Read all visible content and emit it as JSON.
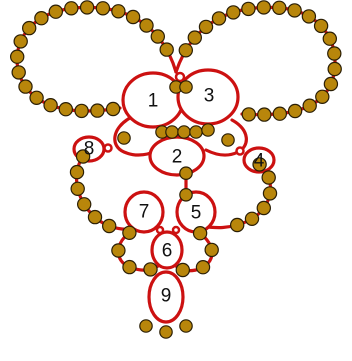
{
  "colors": {
    "ring_stroke": "#cc1111",
    "bead_fill": "#b8860b",
    "bead_stroke": "#2a1e05",
    "label_color": "#111111",
    "background": "#ffffff"
  },
  "rings": [
    {
      "id": "1",
      "label": "1"
    },
    {
      "id": "2",
      "label": "2"
    },
    {
      "id": "3",
      "label": "3"
    },
    {
      "id": "4",
      "label": "4"
    },
    {
      "id": "5",
      "label": "5"
    },
    {
      "id": "6",
      "label": "6"
    },
    {
      "id": "7",
      "label": "7"
    },
    {
      "id": "8",
      "label": "8"
    },
    {
      "id": "9",
      "label": "9"
    }
  ]
}
